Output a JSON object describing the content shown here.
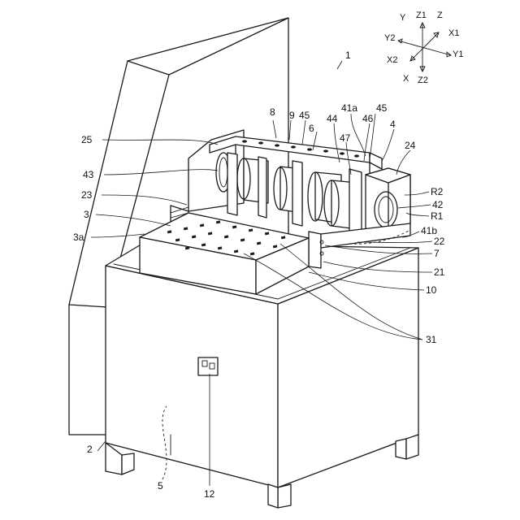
{
  "figure": {
    "axes": {
      "z": "Z",
      "z1": "Z1",
      "z2": "Z2",
      "x": "X",
      "x1": "X1",
      "x2": "X2",
      "y": "Y",
      "y1": "Y1",
      "y2": "Y2"
    },
    "labels": {
      "l1": "1",
      "l2": "2",
      "l3": "3",
      "l3a": "3a",
      "l4": "4",
      "l5": "5",
      "l6": "6",
      "l7": "7",
      "l8": "8",
      "l9": "9",
      "l10": "10",
      "l12": "12",
      "l21": "21",
      "l22": "22",
      "l23": "23",
      "l24": "24",
      "l25": "25",
      "l31": "31",
      "l41a": "41a",
      "l41b": "41b",
      "l42": "42",
      "l43": "43",
      "l44": "44",
      "l45a": "45",
      "l45b": "45",
      "l46": "46",
      "l47": "47",
      "lR1": "R1",
      "lR2": "R2"
    }
  }
}
